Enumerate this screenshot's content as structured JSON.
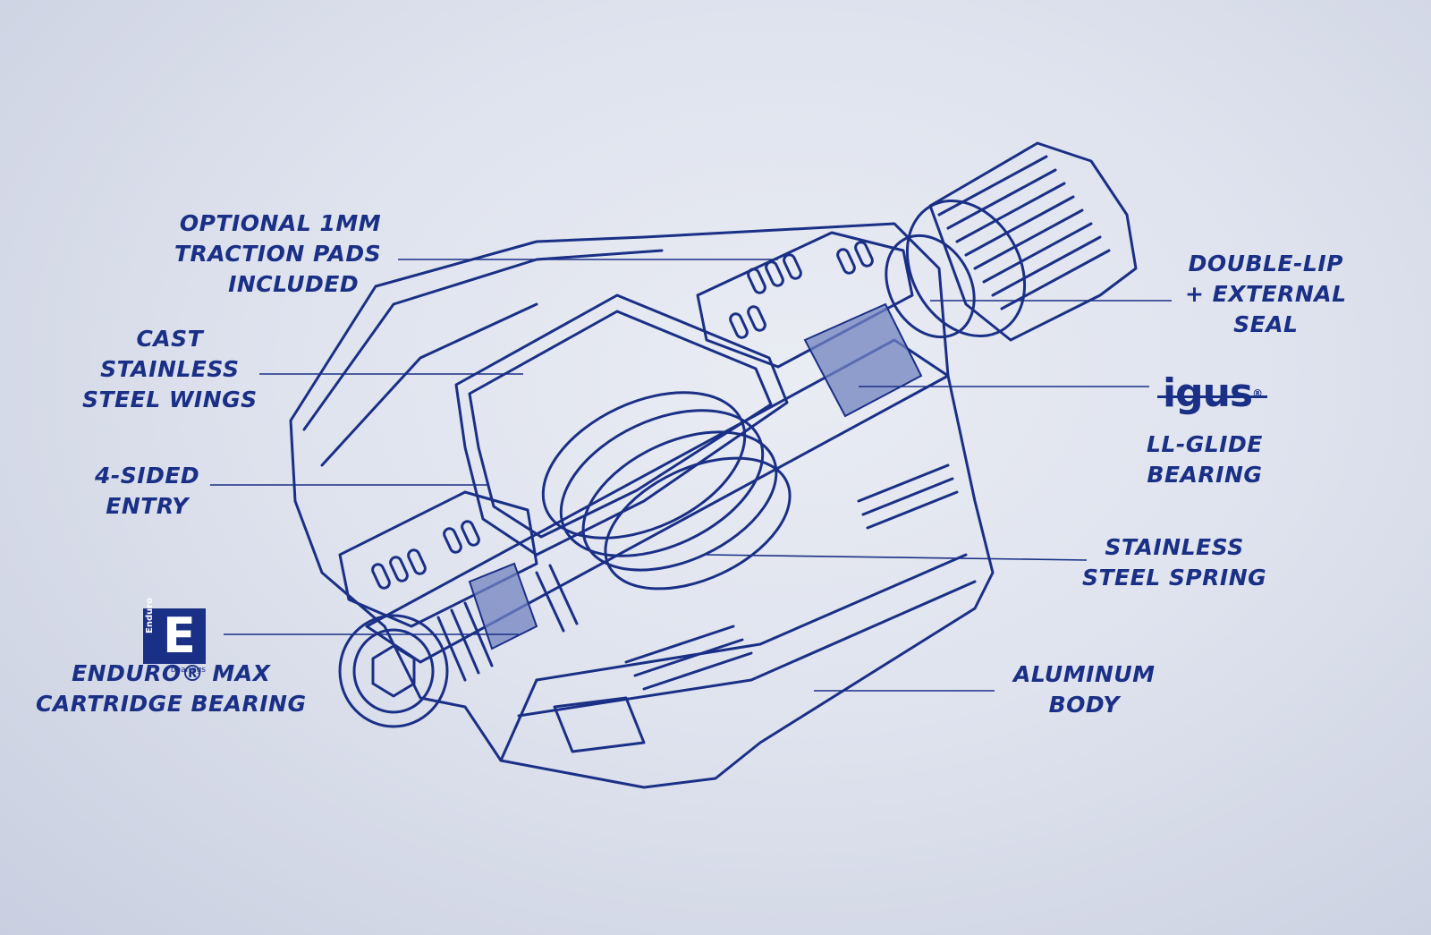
{
  "labels": {
    "traction_pads": [
      "OPTIONAL 1MM",
      "TRACTION PADS",
      "INCLUDED"
    ],
    "wings": [
      "CAST",
      "STAINLESS",
      "STEEL WINGS"
    ],
    "entry": [
      "4-SIDED",
      "ENTRY"
    ],
    "enduro": [
      "ENDURO® MAX",
      "CARTRIDGE BEARING"
    ],
    "seal": [
      "DOUBLE-LIP",
      "+ EXTERNAL",
      "SEAL"
    ],
    "igus_bearing": [
      "LL-GLIDE",
      "BEARING"
    ],
    "spring": [
      "STAINLESS",
      "STEEL SPRING"
    ],
    "body": [
      "ALUMINUM",
      "BODY"
    ]
  },
  "logos": {
    "igus": "igus",
    "enduro_word": "Enduro",
    "enduro_sub": "bearings"
  },
  "colors": {
    "ink": "#1a2f86",
    "bearing_fill": "#7283c0",
    "background": "#dfe3ee"
  }
}
